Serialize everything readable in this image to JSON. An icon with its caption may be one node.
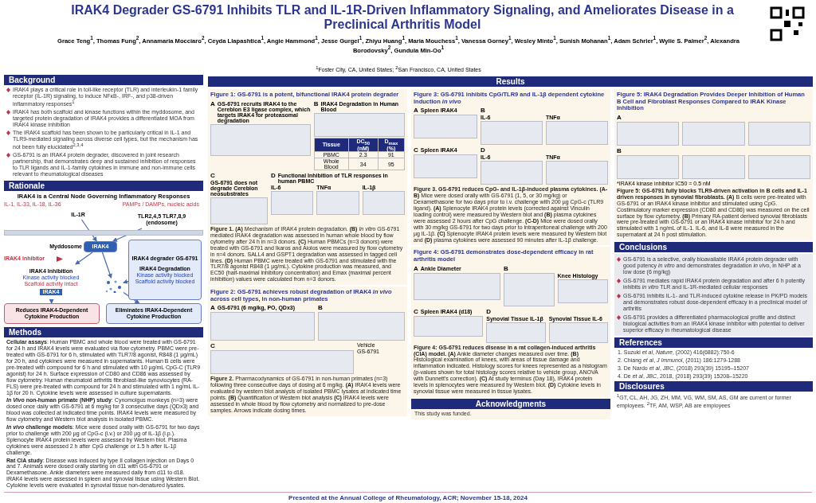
{
  "diagram": {
    "title": "IRAK4 Degrader GS-6791 Inhibits TLR and IL-1R-Driven Inflammatory Signaling, and Ameliorates Disease in a Preclinical Arthritis Model",
    "nodes": [
      {
        "text": [
          "IL-1R"
        ]
      },
      {
        "text": [
          "TLR2,4,5 TLR7,8,9 (endosome)"
        ]
      },
      {
        "text": [
          "IRAK4"
        ],
        "beside": [
          "Myddosome"
        ]
      },
      {
        "text": [
          "IRAK4 Inhibition",
          "Kinase activity blocked",
          "Scaffold activity intact",
          "IRAK4"
        ]
      },
      {
        "text": [
          "IRAK4 degrader GS-6791",
          "IRAK4 Degradation",
          "Kinase activity blocked",
          "Scaffold activity blocked"
        ]
      },
      {
        "text": [],
        "shape": "picture"
      },
      {
        "text": [
          "Reduces IRAK4-Dependent Cytokine Production"
        ]
      },
      {
        "text": [
          "Eliminates IRAK4-Dependent Cytokine Production"
        ]
      }
    ],
    "edges": [
      {
        "from": 0,
        "to": 2,
        "arrow": "to"
      },
      {
        "from": 1,
        "to": 2,
        "arrow": "to"
      },
      {
        "from": 2,
        "to": 3,
        "arrow": "to"
      },
      {
        "from": 2,
        "to": 5,
        "arrow": "to"
      },
      {
        "from": 4,
        "to": 5,
        "arrow": "to"
      },
      {
        "from": 3,
        "to": 6,
        "arrow": "to"
      },
      {
        "from": 5,
        "to": 7,
        "arrow": "to"
      }
    ],
    "labels": [
      "Grace Teng$^{1}$, Thomas Fung$^{2}$, Annamaria Mocciaro$^{2}$, Ceyda Llapashtica$^{1}$, Angie Hammond$^{1}$, Jesse Gurgel$^{1}$, Zhiyu Huang$^{1}$, Maria Mouchess$^{1}$, Vanessa Gorney$^{1}$, Wesley Minto$^{1}$, Sunish Mohanan$^{1}$, Adam Schrier$^{1}$, Wylie S. Palmer$^{2}$, Alexandra Borodovsky$^{2}$, Gundula Min-Oo$^{1}$",
      "$^{1}$Foster City, CA, United States; $^{2}$San Francisco, CA, United States",
      "Background",
      "IRAK4 plays a critical role in toll-like receptor (TLR) and interleukin-1 family receptor (IL-1R) signaling, to induce NFκB-, IRF-, and p38-driven inflammatory responses$^{1}$",
      "IRAK4 has both scaffold and kinase functions within the myddosome, and targeted protein degradation of IRAK4 provides a differentiated MOA from IRAK4 kinase inhibition",
      "The IRAK4 scaffold has been shown to be particularly critical in IL-1 and TLR9-mediated signaling across diverse cell types, but the mechanism has not been fully elucidated$^{2,3,4}$",
      "GS-6791 is an IRAK4 protein degrader, discovered in joint research partnership, that demonstrates deep and sustained inhibition of responses to TLR ligands and IL-1-family cytokines in immune and non-immune cells relevant to rheumatological diseases",
      "Rationale",
      "IRAK4 is a Central Node Governing Inflammatory Responses",
      "IL-1, IL-33, IL-18, IL-36",
      "PAMPs / DAMPs, nucleic acids",
      "IRAK4 inhibitor",
      "Methods",
      "**Cellular assays**: Human PBMC and whole blood were treated with GS-6791 for 24 h and IRAK4 levels were evaluated via flow cytometry. PBMC were pre-treated with GS-6791 for 6 h, stimulated with TLR7/8 agonist, R848 (1 µg/mL) for 20 h, and cytokines were measured in supernatants. Human B cells were pre-treated with compound for 6 h and stimulated with 10 µg/mL CpG-C (TLR9 agonist) for 24 h. Surface expression of CD80 and CD86 was assessed by flow cytometry. Human rheumatoid arthritis fibroblast-like synoviocytes (RA-FLS) were pre-treated with compound for 24 h and stimulated with 1 ng/mL IL-1β for 20 h. Cytokine levels were assessed in culture supernatants.",
      "***In Vivo* non-human primate (NHP) study**: Cynomolgus monkeys (n=3) were dosed once daily with GS-6791 at 6 mg/kg for 3 consecutive days (QDx3) and blood was collected at indicated time points. IRAK4 levels were measured by flow cytometry and Western blot analysis in isolated PBMC.",
      "***In vivo* challenge models**: Mice were dosed orally with GS-6791 for two days prior to challenge with 200 µg of CpG-c (i.v.) or 200 µg of IL-1β (i.p.). Splenocyte IRAK4 protein levels were assessed by Western blot. Plasma cytokines were assessed 2 h after CpG challenge or 1.5 h after IL-1β challenge.",
      "**Rat CIA study**: Disease was induced by type II collagen injection on Days 0 and 7. Animals were dosed orally starting on d11 with GS-6791 or Dexamethasone. Ankle diameters were measured daily from d11 to d18. IRAK4 levels were assessed in spleen and synovial tissue using Western Blot. Cytokine levels were evaluated in synovial tissue non-denatured lysates.",
      "Results",
      "Figure 1: GS-6791 is a potent, bifunctional IRAK4 protein degrader",
      "A",
      "GS-6791 recruits IRAK4 to the Cereblon E3 ligase complex, which targets IRAK4 for proteasomal degradation",
      "B",
      "IRAK4 Degradation in Human Blood",
      "Tissue",
      "DC$_{50}$ (nM)",
      "D$_{max}$ (%)",
      "PBMC",
      "2.3",
      "91",
      "Whole Blood",
      "34",
      "95",
      "C",
      "GS-6791 does not degrade Cereblon neosubstrates",
      "D",
      "Functional Inhibition of TLR responses in human PBMC",
      "IL-6",
      "TNFα",
      "IL-1β",
      "**Figure 1.** **(A)** Mechanism of IRAK4 protein degradation. **(B)** *In vitro* GS-6791 mediated IRAK4 degradation was assessed in human whole blood by flow cytometry after 24 h in n=3 donors. **(C)** Human PBMCs (n=3 donors) were treated with GS-6791 and Ikaros and Aiolos were measured by flow cytometry in n=4 donors. SALL4 and GSPT1 degradation was assessed in tagged cell lines. **(D)** Human PBMC were treated with GS-6791 and stimulated with the TLR7/8 agonist R848 (1 µg/mL). Cytokine production was measured, and EC50 (half-maximal inhibitory concentration) and Emax (maximal percent inhibition) values were calculated from n=3 donors.",
      "Figure 2: GS-6791 achieves robust degradation of IRAK4 *in vivo* across cell types, in non-human primates",
      "A",
      "GS-6791 (6 mg/kg, PO, QDx3)",
      "B",
      "C",
      "Vehicle",
      "GS-6791",
      "**Figure 2.** Pharmacodynamics of GS-6791 in non-human primates (n=3) following three consecutive days of dosing at 6 mg/kg. **(A)** IRAK4 levels were evaluated by western blot analysis of isolated PBMC lysates at indicated time points. **(B)** Quantification of Western blot analysis **(C)** IRAK4 levels were assessed in whole blood by flow cytometry and normalized to pre-dose samples. Arrows indicate dosing times.",
      "Figure 3: GS-6791 inhibits CpG/TLR9 and IL-1β dependent cytokine induction *in vivo*",
      "A",
      "Spleen IRAK4",
      "B",
      "IL-6",
      "TNFα",
      "C",
      "Spleen IRAK4",
      "D",
      "IL-6",
      "TNFα",
      "**Figure 3. GS-6791 reduces CpG- and IL-1β-induced plasma cytokines.** **(A-B)** Mice were dosed orally with GS-6791 (1, 5, or 30 mg/kg) or Dexamethasone for two days prior to i.v. challenge with 200 µg CpG-c (TLR9 ligand). **(A)** Splenocyte IRAK4 protein levels (corrected against Vinculin loading control) were measured by Western blot and **(B)** plasma cytokines were assessed 2 hours after CpG challenge. **(C-D)** Mice were dosed orally with 30 mg/kg GS-6791 for two days prior to intraperitoneal challenge with 200 µg IL-1β. **(C)** Splenocyte IRAK4 protein levels were measured by Western blot and **(D)** plasma cytokines were assessed 90 minutes after IL-1β challenge.",
      "Figure 4: GS-6791 demonstrates dose-dependent efficacy in rat arthritis model",
      "A",
      "Ankle Diameter",
      "B",
      "Knee Histology",
      "C",
      "Spleen IRAK4 (d18)",
      "D",
      "Synovial Tissue IL-1β",
      "Synovial Tissue IL-6",
      "**Figure 4: GS-6791 reduces disease in a rat collagen-induced arthritis (CIA) model.** **(A)** Ankle diameter changes measured over time. **(B)** Histological examination of knees, with areas of tissue damage and inflammation indicated. Histology scores for knees represented as a histogram (p-values shown for total histology scores relative to vehicle group, ANOVA with Dunnett's correction). **(C)** At study terminus (Day 18), IRAK4 protein levels in splenocytes were measured by Western blot. **(D)** Cytokine levels in synovial tissue were measured in tissue lysates.",
      "Figure 5: IRAK4 Degradation Provides Deeper Inhibition of Human B Cell and Fibroblast Responses Compared to IRAK Kinase Inhibition",
      "A",
      "B",
      "*IRAK4 kinase inhibitor IC50 = 0.5 nM",
      "**Figure 5: GS-6791 fully blocks TLR9-driven activation in B cells and IL-1 driven responses in synovial fibroblasts.** **(A)** B cells were pre-treated with GS-6791 or an IRAK4 kinase inhibitor and stimulated using CpG. Costimulatory marker expression (CD80 and CD86) was measured on the cell surface by flow cytometry. **(B)** Primary RA-patient derived synovial fibroblasts were pre-treated with GS-6791 or an IRAK4 kinase inhibitor for 24 h and stimulated with 1 ng/mL of IL-1. IL-6, and IL-8 were measured in the supernatant at 24 h post stimulation.",
      "Acknowledgments",
      "This study was funded.",
      "Conclusions",
      "GS-6791 is a selective, orally bioavailable IRAK4 protein degrader with good potency *in vitro* and demonstrates degradation *in vivo*, in NHP at a low dose (6 mg/kg)",
      "GS-6791 mediates rapid IRAK4 protein degradation and after 6 h potently inhibits *in vitro* TLR and IL-1R-mediated cellular responses",
      "GS-6791 inhibits IL-1- and TLR-induced cytokine release in PK/PD models and demonstrates robust dose-dependent efficacy in a preclinical model of arthritis",
      "GS-6791 provides a differentiated pharmacological profile and distinct biological activities from an IRAK4 kinase inhibitor with potential to deliver superior efficacy in rheumatological disease",
      "References",
      "1. Suzuki *et al*, *Nature*, (2002) 416(6882):750-6",
      "2. Chiang *et al*, *J Immunol*, (2011) 186:1279-1288",
      "3. De Nardo *et al*, *JBC*, (2018) 293(39) 15195–15207",
      "4. De *et al*, *JBC*, 2018, (2018) 293(39) 15208–15220",
      "Disclosures",
      "$^{1}$GT, CL, AH, JG, ZH, MM, VG, WM, SM, AS, GM are current or former employees. $^{2}$TF, AM, WSP, AB are employees",
      "Presented at the Annual College of Rheumatology, ACR; November 15-18, 2024"
    ]
  }
}
